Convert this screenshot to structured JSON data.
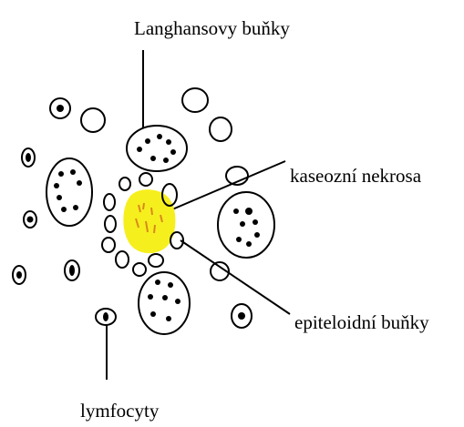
{
  "labels": {
    "langhans": "Langhansovy buňky",
    "caseous": "kaseozní nekrosa",
    "epithelioid": "epiteloidní buňky",
    "lymphocytes": "lymfocyty"
  },
  "colors": {
    "necrosis_fill": "#f6ef1e",
    "necrosis_marks": "#d88a1a",
    "ink": "#000000",
    "background": "#ffffff"
  }
}
